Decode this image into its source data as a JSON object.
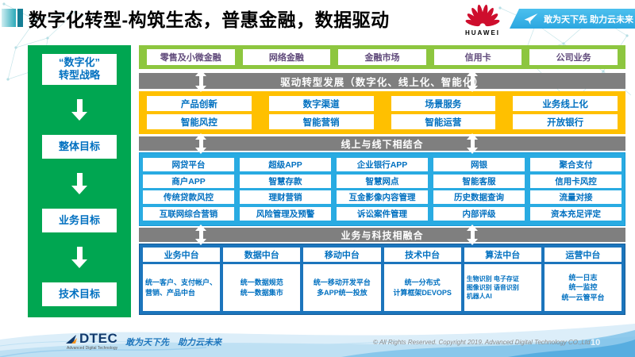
{
  "header": {
    "title": "数字化转型-构筑生态，普惠金融，数据驱动",
    "huawei_label": "HUAWEI",
    "banner_slogan": "敢为天下先 助力云未来"
  },
  "sidebar": {
    "items": [
      "“数字化”\n转型战略",
      "整体目标",
      "业务目标",
      "技术目标"
    ]
  },
  "business_lines": [
    "零售及小微金融",
    "网络金融",
    "金融市场",
    "信用卡",
    "公司业务"
  ],
  "bars": {
    "drive": "驱动转型发展（数字化、线上化、智能化）",
    "online_offline": "线上与线下相结合",
    "tech_fusion": "业务与科技相融合"
  },
  "yellow_section": {
    "row1": [
      "产品创新",
      "数字渠道",
      "场景服务",
      "业务线上化"
    ],
    "row2": [
      "智能风控",
      "智能营销",
      "智能运营",
      "开放银行"
    ]
  },
  "blue_section": {
    "row1": [
      "网贷平台",
      "超级APP",
      "企业银行APP",
      "网银",
      "聚合支付"
    ],
    "row2": [
      "商户APP",
      "智慧存款",
      "智慧网点",
      "智能客服",
      "信用卡风控"
    ],
    "row3": [
      "传统贷款风控",
      "理财营销",
      "互金影像内容管理",
      "历史数据查询",
      "流量对接"
    ],
    "row4": [
      "互联网综合营销",
      "风险管理及预警",
      "诉讼案件管理",
      "内部评级",
      "资本充足评定"
    ]
  },
  "platform_section": {
    "columns": [
      {
        "title": "业务中台",
        "content": "统一客户、支付帐户、营销、产品中台"
      },
      {
        "title": "数据中台",
        "content": "统一数据规范\n统一数据集市"
      },
      {
        "title": "移动中台",
        "content": "统一移动开发平台\n多APP统一投放"
      },
      {
        "title": "技术中台",
        "content": "统一分布式\n计算框架DEVOPS"
      },
      {
        "title": "算法中台",
        "content": "生物识别 电子存证\n图像识别 语音识别\n机器人AI"
      },
      {
        "title": "运营中台",
        "content": "统一日志\n统一监控\n统一云管平台"
      }
    ]
  },
  "footer": {
    "logo_text": "DTEC",
    "logo_subtext": "Advanced Digital Technology",
    "slogan": "敢为天下先　助力云未来",
    "copyright": "© All Rights Reserved. Copyright 2019. Advanced Digital Technology CO.,Ltd",
    "page_number": "10"
  },
  "colors": {
    "sidebar_green": "#00A651",
    "light_green": "#8DC63F",
    "gray_bar": "#7F7F7F",
    "yellow": "#FFC000",
    "light_blue": "#29ABE2",
    "dark_blue": "#1C75BC",
    "box_text_blue": "#0070C0",
    "business_line_text": "#604A7B",
    "huawei_red": "#CE0E2D",
    "banner_blue": "#2BA7E0"
  }
}
